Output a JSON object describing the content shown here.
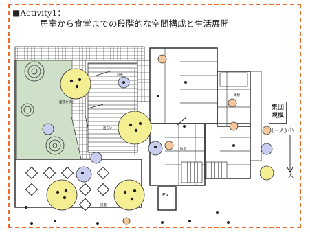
{
  "title": {
    "line1": "■Activity1：",
    "line2": "居室から食堂までの段階的な空間構成と生活展開"
  },
  "legend": {
    "box_label_1": "集団",
    "box_label_2": "規模",
    "one_person": "(一人)",
    "small": "小",
    "large": "大"
  },
  "plan_labels": {
    "garden_therapy": "園芸セラピー",
    "ev": "EV",
    "talking": "語らい",
    "reading": "読書",
    "tea": "お茶",
    "walk": "散歩",
    "rest": "休憩"
  },
  "colors": {
    "border": "#e8702a",
    "garden": "#cfe0c8",
    "yellow_circle": "#f5ef93",
    "blue_circle": "#c9cdf0",
    "orange_circle": "#f3c79a"
  }
}
